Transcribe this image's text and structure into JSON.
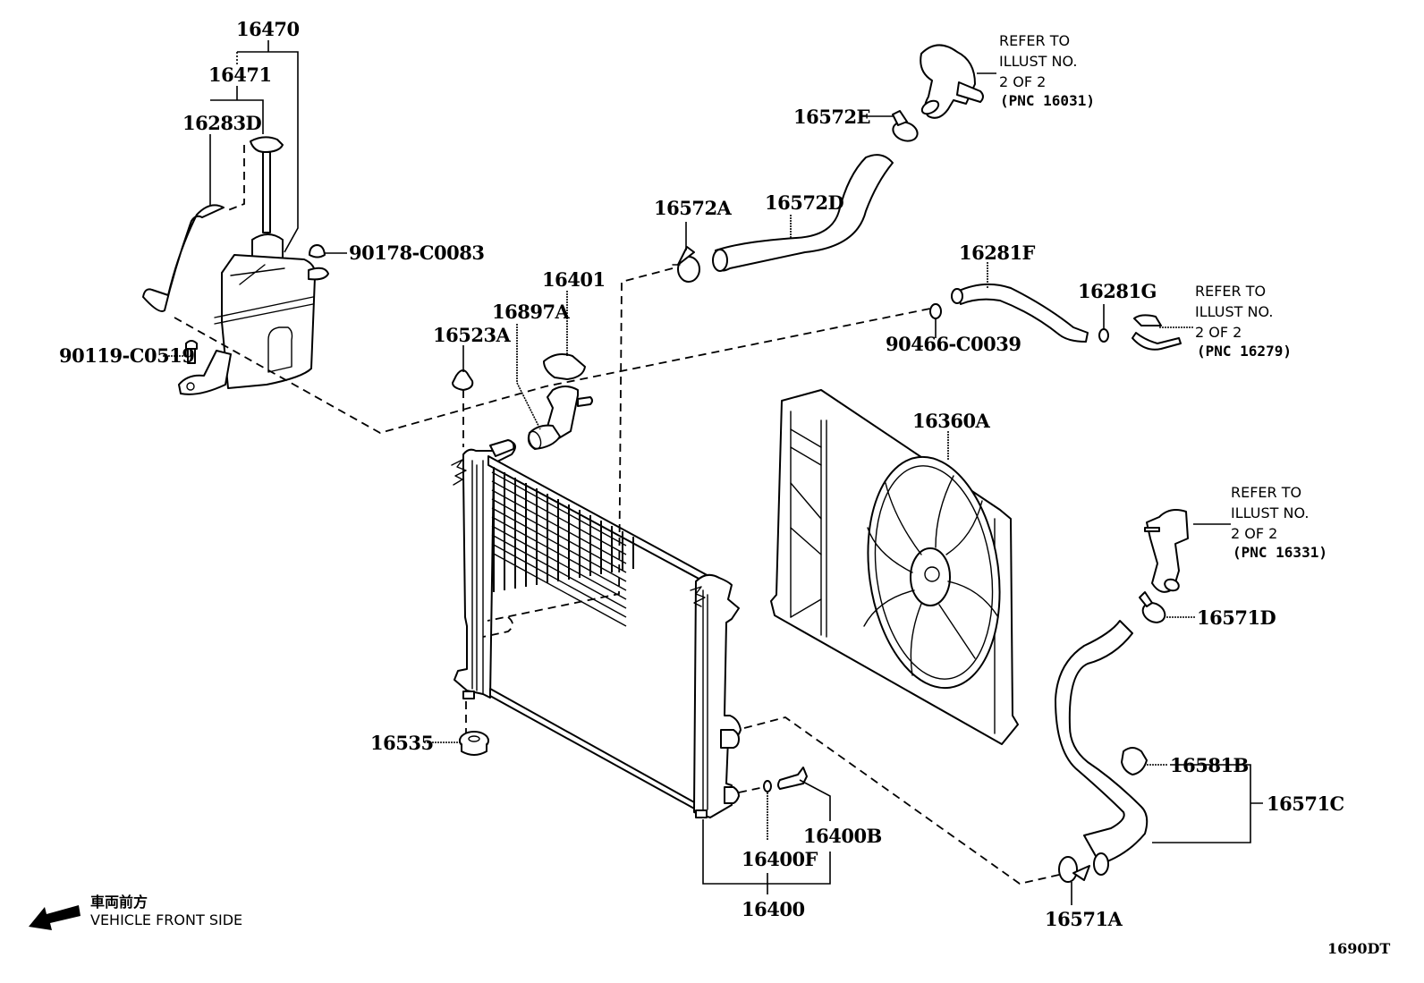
{
  "diagram": {
    "code": "1690DT",
    "direction_legend": {
      "japanese": "車両前方",
      "english": "VEHICLE FRONT SIDE",
      "icon": "arrow-left-icon"
    },
    "parts": {
      "p16470": "16470",
      "p16471": "16471",
      "p16283D": "16283D",
      "p90178": "90178-C0083",
      "p90119": "90119-C0519",
      "p16523A": "16523A",
      "p16897A": "16897A",
      "p16401": "16401",
      "p16572A": "16572A",
      "p16572D": "16572D",
      "p16572E": "16572E",
      "p16281F": "16281F",
      "p16281G": "16281G",
      "p90466": "90466-C0039",
      "p16360A": "16360A",
      "p16535": "16535",
      "p16400": "16400",
      "p16400F": "16400F",
      "p16400B": "16400B",
      "p16571D": "16571D",
      "p16581B": "16581B",
      "p16571C": "16571C",
      "p16571A": "16571A"
    },
    "references": [
      {
        "line1": "REFER TO",
        "line2": "ILLUST NO.",
        "line3": "2 OF 2",
        "pnc": "(PNC 16031)"
      },
      {
        "line1": "REFER TO",
        "line2": "ILLUST NO.",
        "line3": "2 OF 2",
        "pnc": "(PNC 16279)"
      },
      {
        "line1": "REFER TO",
        "line2": "ILLUST NO.",
        "line3": "2 OF 2",
        "pnc": "(PNC 16331)"
      }
    ]
  }
}
